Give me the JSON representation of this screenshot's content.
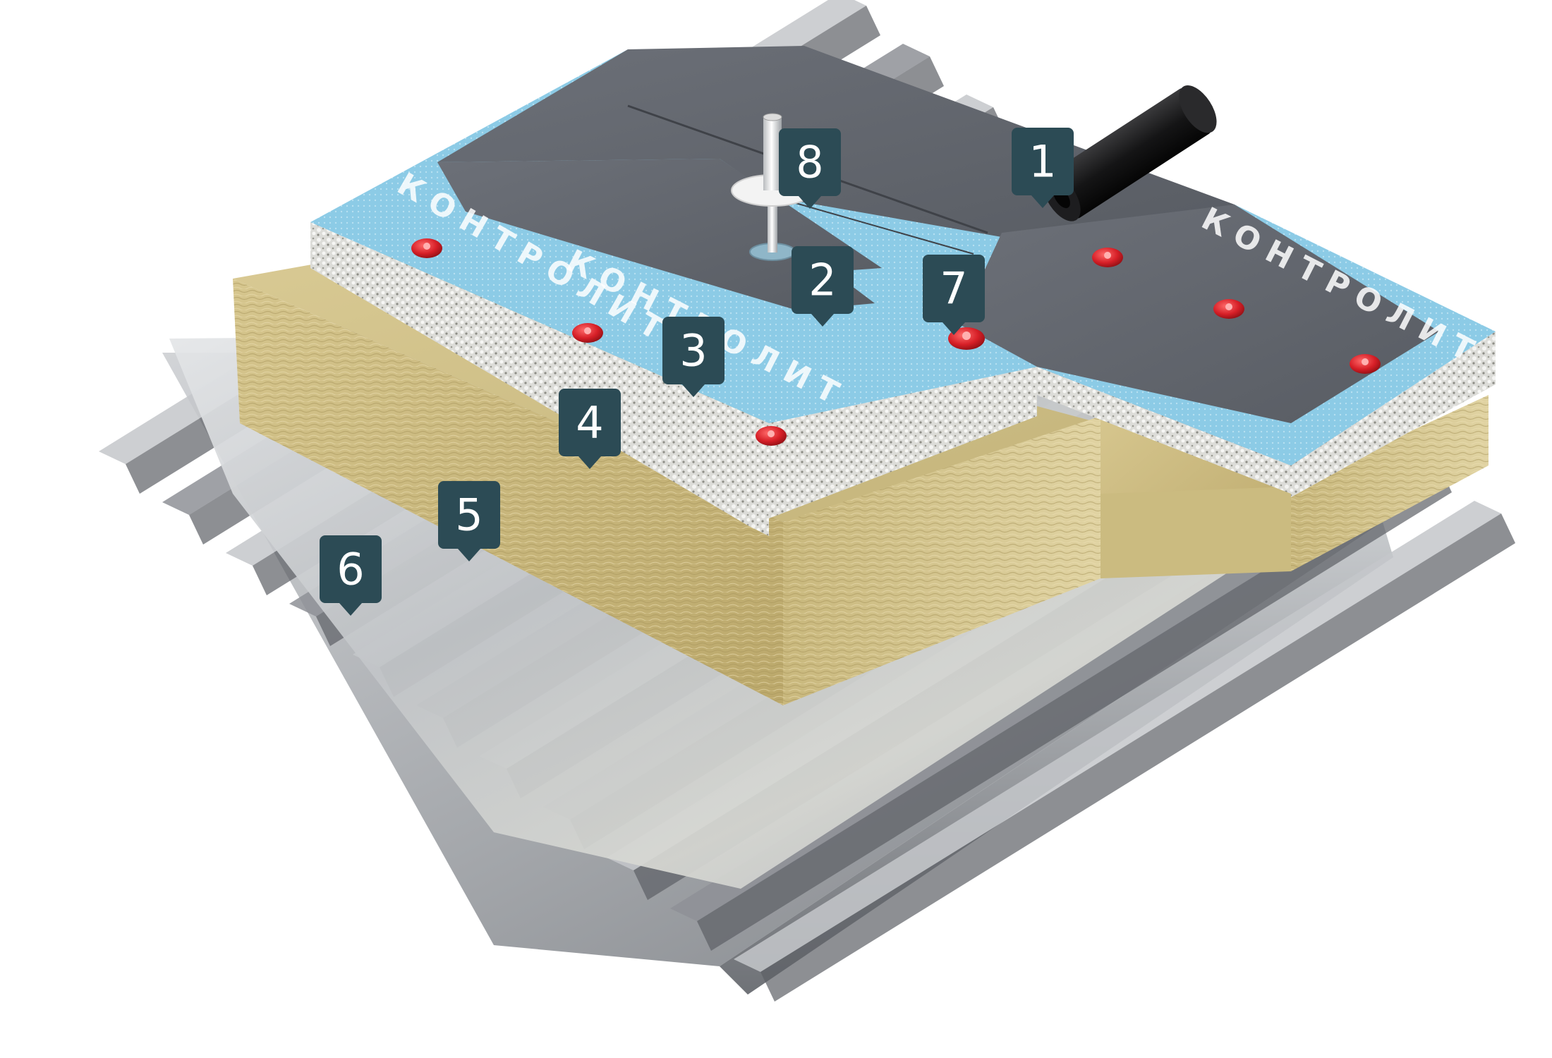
{
  "diagram": {
    "type": "roof layer cutaway",
    "membrane_print": "КОНТРОЛИТ",
    "markers": [
      {
        "id": "1",
        "label": "1",
        "component": "rolled membrane"
      },
      {
        "id": "2",
        "label": "2",
        "component": "grey membrane layer"
      },
      {
        "id": "3",
        "label": "3",
        "component": "blue membrane layer"
      },
      {
        "id": "4",
        "label": "4",
        "component": "expanded polystyrene board"
      },
      {
        "id": "5",
        "label": "5",
        "component": "mineral wool board"
      },
      {
        "id": "6",
        "label": "6",
        "component": "profiled steel deck"
      },
      {
        "id": "7",
        "label": "7",
        "component": "red fastener cap"
      },
      {
        "id": "8",
        "label": "8",
        "component": "roof aerator"
      }
    ],
    "colors": {
      "marker": "#2c4b55",
      "membrane_grey": "#5f636b",
      "membrane_blue": "#8ccbe6",
      "eps": "#e3e3df",
      "wool": "#cfbf86",
      "vapour_barrier": "#c9cccf",
      "steel": "#a9acb0",
      "fastener": "#d9222a"
    }
  }
}
